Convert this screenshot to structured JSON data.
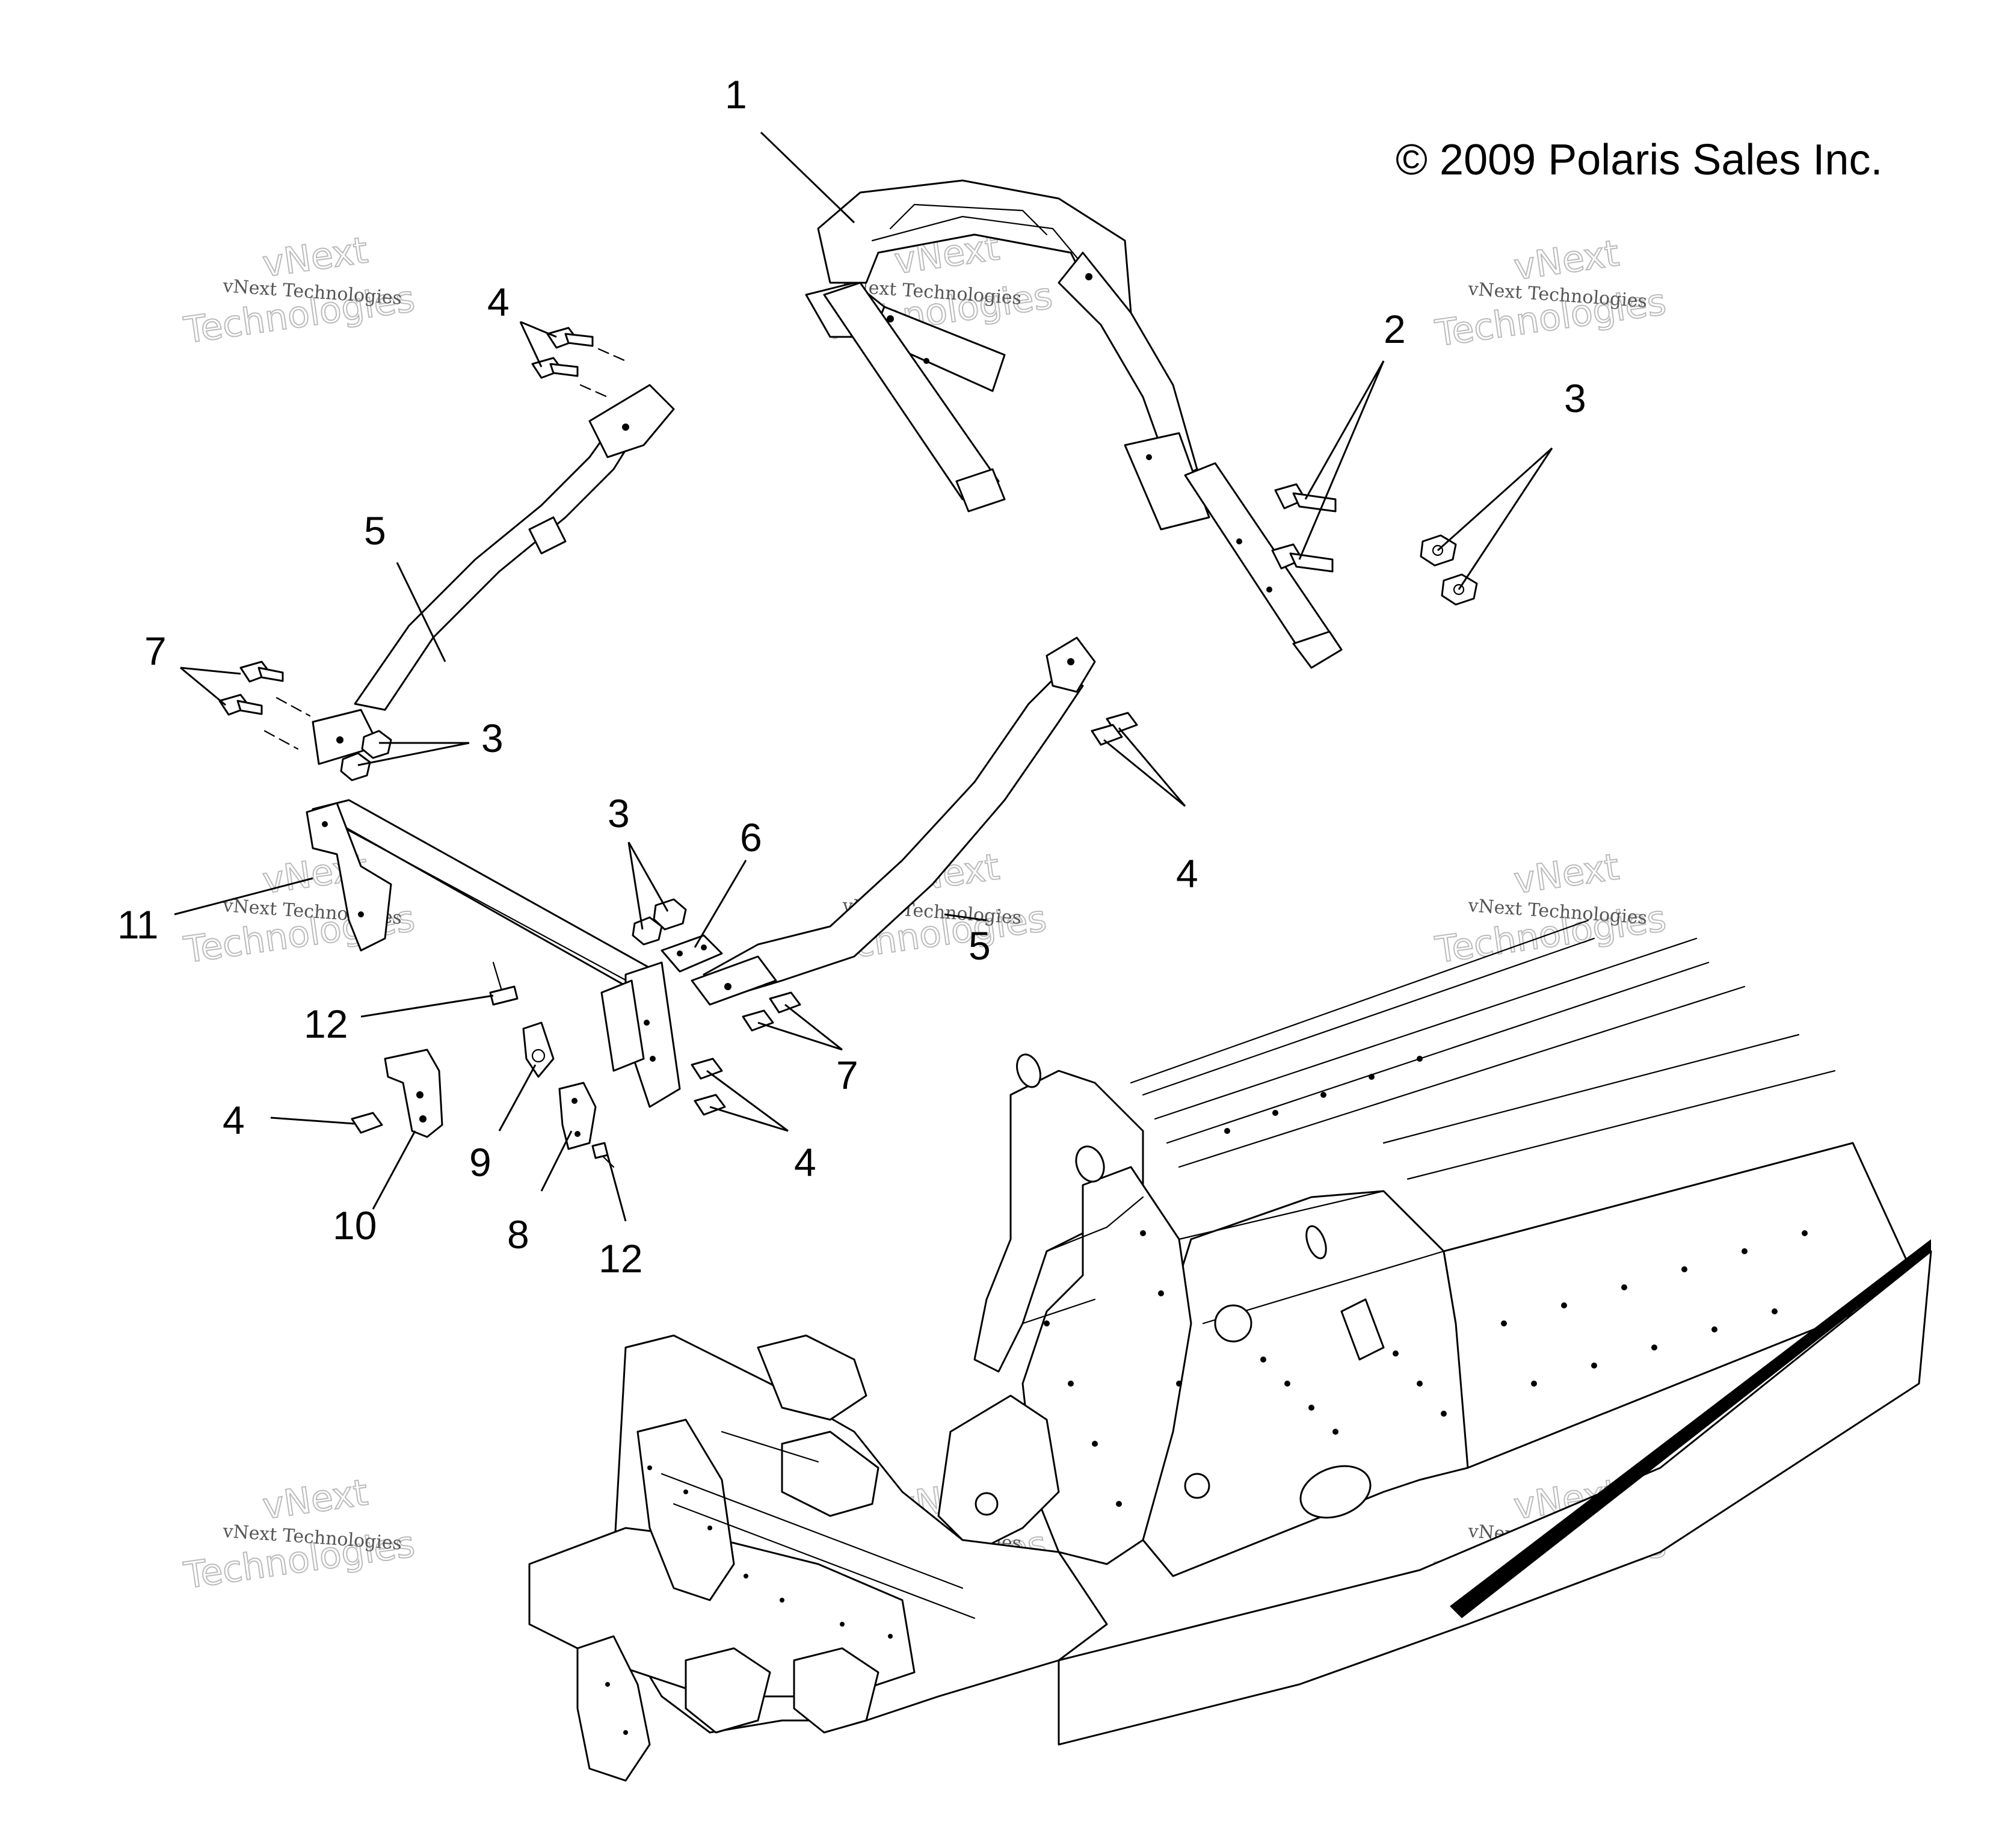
{
  "copyright": "© 2009 Polaris Sales Inc.",
  "watermark": {
    "brand": "vNext",
    "line1": "vNext Technologies",
    "line2": "Technologies"
  },
  "callouts": {
    "c1": "1",
    "c2": "2",
    "c3a": "3",
    "c3b": "3",
    "c3c": "3",
    "c4a": "4",
    "c4b": "4",
    "c4c": "4",
    "c4d": "4",
    "c5a": "5",
    "c5b": "5",
    "c6": "6",
    "c7a": "7",
    "c7b": "7",
    "c8": "8",
    "c9": "9",
    "c10": "10",
    "c11": "11",
    "c12a": "12",
    "c12b": "12"
  },
  "colors": {
    "line": "#000000",
    "background": "#ffffff",
    "watermark": "#bbbbbb"
  }
}
